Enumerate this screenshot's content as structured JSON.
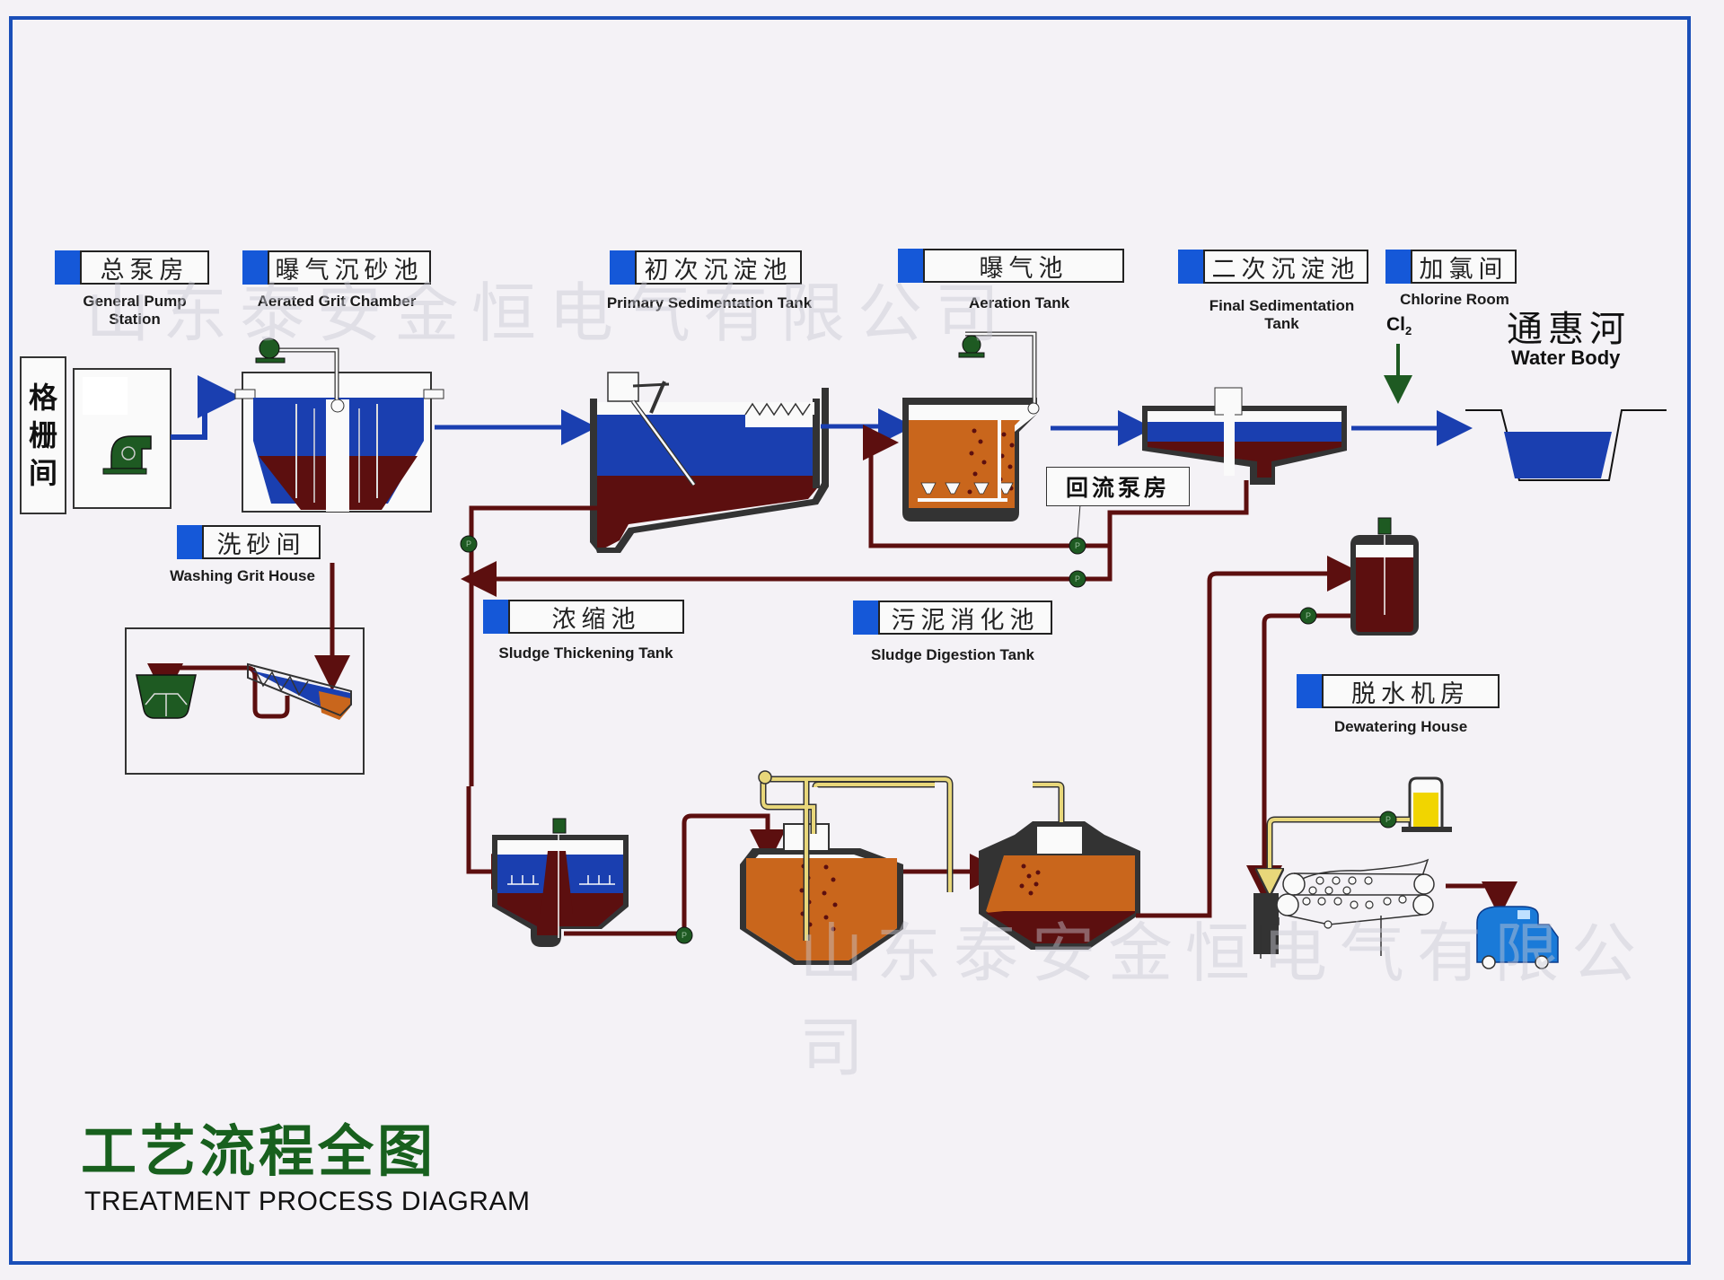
{
  "title": {
    "cn": "工艺流程全图",
    "en": "TREATMENT PROCESS DIAGRAM"
  },
  "watermark": "山东泰安金恒电气有限公司",
  "screen_room": {
    "chars": [
      "格",
      "栅",
      "间"
    ]
  },
  "units": {
    "pump_station": {
      "cn": "总泵房",
      "en": "General Pump Station"
    },
    "grit_chamber": {
      "cn": "曝气沉砂池",
      "en": "Aerated Grit  Chamber"
    },
    "primary_sed": {
      "cn": "初次沉淀池",
      "en": "Primary Sedimentation Tank"
    },
    "aeration": {
      "cn": "曝气池",
      "en": "Aeration Tank"
    },
    "final_sed": {
      "cn": "二次沉淀池",
      "en": "Final Sedimentation Tank"
    },
    "chlorine": {
      "cn": "加氯间",
      "en": "Chlorine Room"
    },
    "washing_grit": {
      "cn": "洗砂间",
      "en": "Washing Grit House"
    },
    "thickening": {
      "cn": "浓缩池",
      "en": "Sludge Thickening Tank"
    },
    "digestion": {
      "cn": "污泥消化池",
      "en": "Sludge Digestion Tank"
    },
    "dewatering": {
      "cn": "脱水机房",
      "en": "Dewatering House"
    },
    "return_pump": {
      "cn": "回流泵房"
    }
  },
  "water_body": {
    "cn": "通惠河",
    "en": "Water Body"
  },
  "chlorine_input": {
    "symbol": "Cl",
    "subscript": "2"
  },
  "pump_glyph": "P",
  "colors": {
    "water": "#1a3fb0",
    "sludge": "#5c0f0f",
    "mixed_liquor": "#c9661c",
    "gas_pipe": "#e8d77a",
    "equipment_green": "#1e5a22",
    "frame_blue": "#1a4fb8",
    "label_blue": "#1558d8",
    "title_green": "#18601e"
  }
}
